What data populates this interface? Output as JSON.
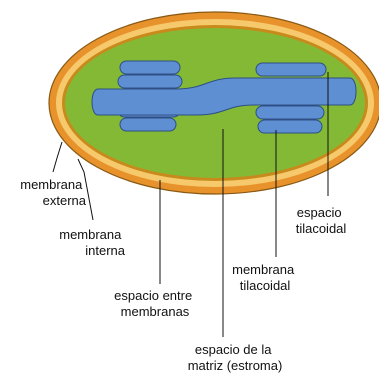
{
  "colors": {
    "outer_membrane": "#e8922c",
    "intermembrane_space": "#f6c96c",
    "inner_membrane": "#c98a1c",
    "matrix": "#84b936",
    "thylakoid": "#5e8fd2",
    "thylakoid_edge": "#2d4f86",
    "line": "#111111"
  },
  "labels": {
    "membrana_externa": [
      "membrana",
      "externa"
    ],
    "membrana_interna": [
      "membrana",
      "interna"
    ],
    "espacio_entre_membranas": [
      "espacio entre",
      "membranas"
    ],
    "espacio_matriz": [
      "espacio de la",
      "matriz (estroma)"
    ],
    "membrana_tilacoidal": [
      "membrana",
      "tilacoidal"
    ],
    "espacio_tilacoidal": [
      "espacio",
      "tilacoidal"
    ]
  }
}
